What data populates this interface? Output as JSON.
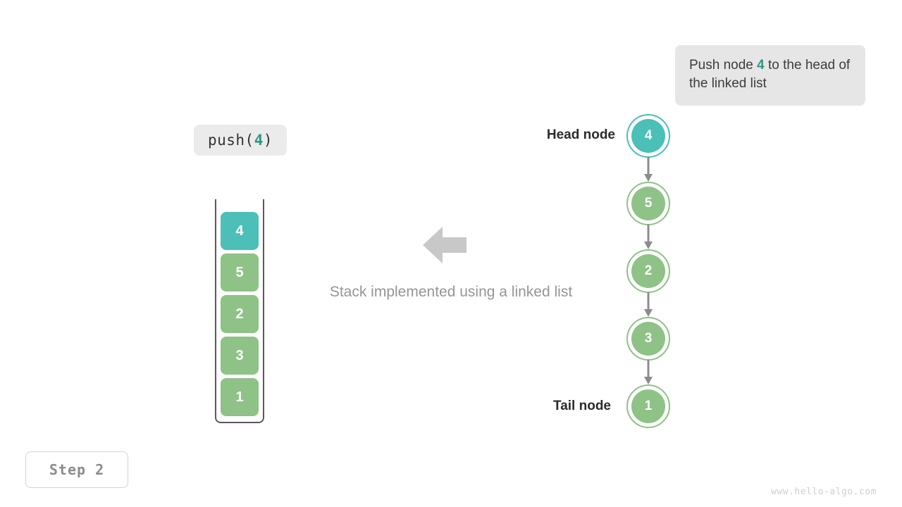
{
  "callout": {
    "text_before": "Push node ",
    "highlight": "4",
    "text_after": " to the head of the linked list"
  },
  "operation": {
    "prefix": "push(",
    "value": "4",
    "suffix": ")"
  },
  "stack": {
    "cells": [
      {
        "value": "4",
        "color": "#4bbfb8",
        "state": "new"
      },
      {
        "value": "5",
        "color": "#8ec287",
        "state": "existing"
      },
      {
        "value": "2",
        "color": "#8ec287",
        "state": "existing"
      },
      {
        "value": "3",
        "color": "#8ec287",
        "state": "existing"
      },
      {
        "value": "1",
        "color": "#8ec287",
        "state": "existing"
      }
    ]
  },
  "center": {
    "caption": "Stack implemented using a linked list",
    "arrow_icon": "arrow-left-icon",
    "arrow_color": "#c8c8c8"
  },
  "linked_list": {
    "head_label": "Head node",
    "tail_label": "Tail node",
    "nodes": [
      {
        "value": "4",
        "color": "#4bbfb8"
      },
      {
        "value": "5",
        "color": "#8ec287"
      },
      {
        "value": "2",
        "color": "#8ec287"
      },
      {
        "value": "3",
        "color": "#8ec287"
      },
      {
        "value": "1",
        "color": "#8ec287"
      }
    ],
    "connector_color": "#8c8c8c"
  },
  "step_badge": "Step 2",
  "footer": "www.hello-algo.com",
  "colors": {
    "accent_teal": "#4bbfb8",
    "accent_teal_dark": "#2e9688",
    "node_green": "#8ec287",
    "callout_bg": "#e6e6e6",
    "label_bg": "#ebebeb",
    "muted_text": "#959595"
  }
}
